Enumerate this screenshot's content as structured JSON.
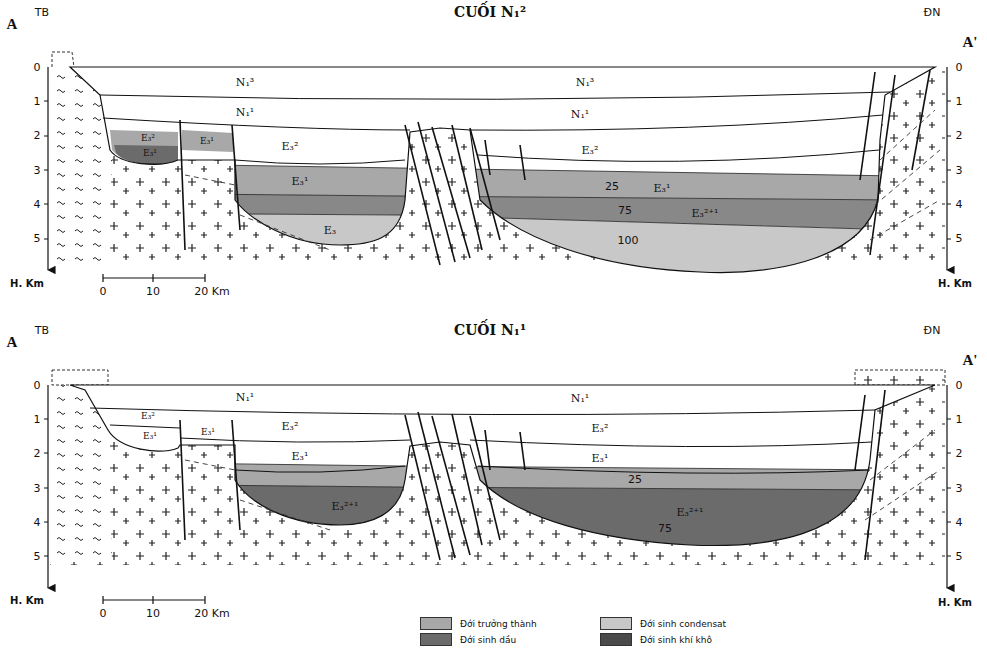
{
  "diagram": {
    "labels": [
      "A",
      "TB",
      "CUỐI N₁²",
      "ĐN",
      "A'",
      "0",
      "1",
      "2",
      "3",
      "4",
      "5",
      "0",
      "1",
      "2",
      "3",
      "4",
      "5",
      "H. Km",
      "H. Km",
      "0",
      "10",
      "20 Km",
      "N₁³",
      "N₁³",
      "N₁¹",
      "N₁¹",
      "E₃²",
      "E₃¹",
      "E₃¹",
      "E₃²",
      "E₃²",
      "E₃¹",
      "25",
      "E₃¹",
      "75",
      "E₃²⁺¹",
      "100",
      "E₃",
      "A",
      "TB",
      "CUỐI N₁¹",
      "ĐN",
      "A'",
      "0",
      "1",
      "2",
      "3",
      "4",
      "5",
      "0",
      "1",
      "2",
      "3",
      "4",
      "5",
      "H. Km",
      "H. Km",
      "0",
      "10",
      "20 Km",
      "N₁¹",
      "N₁¹",
      "E₃²",
      "E₃¹",
      "E₃¹",
      "E₃²",
      "E₃²",
      "E₃¹",
      "E₃¹",
      "25",
      "E₃²⁺¹",
      "E₃²⁺¹",
      "75"
    ],
    "legend": [
      {
        "text": "Đới trưởng thành",
        "color": "#a8a8a8"
      },
      {
        "text": "Đới sinh dầu",
        "color": "#6b6b6b"
      },
      {
        "text": "Đới sinh condensat",
        "color": "#c8c8c8"
      },
      {
        "text": "Đới sinh khí khô",
        "color": "#4a4a4a"
      }
    ]
  }
}
